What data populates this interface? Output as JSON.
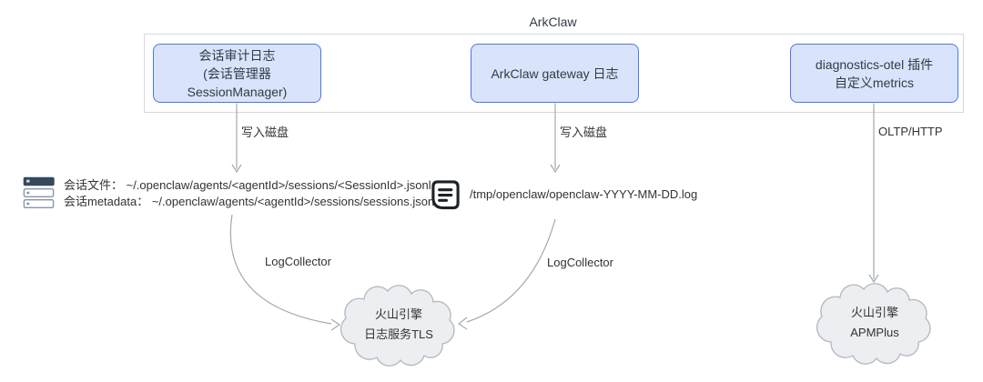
{
  "diagram": {
    "title": "ArkClaw",
    "nodes": {
      "session_audit": {
        "line1": "会话审计日志",
        "line2": "(会话管理器 SessionManager)"
      },
      "gateway_log": {
        "label": "ArkClaw gateway 日志"
      },
      "otel_plugin": {
        "line1": "diagnostics-otel 插件",
        "line2": "自定义metrics"
      }
    },
    "edge_labels": {
      "write_disk_left": "写入磁盘",
      "write_disk_mid": "写入磁盘",
      "oltp_http": "OLTP/HTTP",
      "log_collector_left": "LogCollector",
      "log_collector_mid": "LogCollector"
    },
    "artifacts": {
      "session_files_line1": "会话文件： ~/.openclaw/agents/<agentId>/sessions/<SessionId>.jsonl",
      "session_files_line2": "会话metadata： ~/.openclaw/agents/<agentId>/sessions/sessions.json",
      "gateway_log_path": "/tmp/openclaw/openclaw-YYYY-MM-DD.log"
    },
    "clouds": {
      "tls": {
        "line1": "火山引擎",
        "line2": "日志服务TLS"
      },
      "apmplus": {
        "line1": "火山引擎",
        "line2": "APMPlus"
      }
    },
    "colors": {
      "node_fill": "#d9e3fb",
      "node_border": "#4a77e0",
      "container_border": "#d5d8dc",
      "edge_line": "#a3a9b1",
      "cloud_fill": "#eceef1",
      "cloud_border": "#b2b8c0",
      "text": "#333333"
    }
  }
}
